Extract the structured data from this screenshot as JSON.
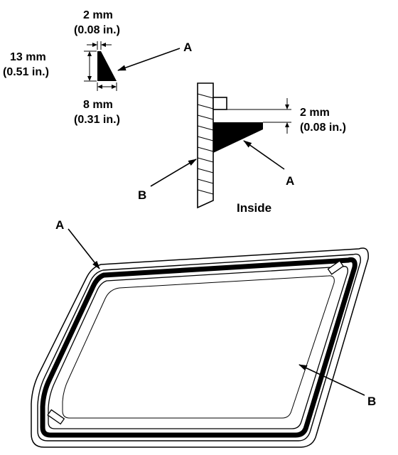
{
  "labels": {
    "a_bead": "A",
    "a_section": "A",
    "a_glass": "A",
    "b_section": "B",
    "b_glass": "B",
    "inside": "Inside"
  },
  "measurements": {
    "top_width_mm": "2 mm",
    "top_width_in": "(0.08 in.)",
    "height_mm": "13 mm",
    "height_in": "(0.51 in.)",
    "base_width_mm": "8 mm",
    "base_width_in": "(0.31 in.)",
    "offset_mm": "2 mm",
    "offset_in": "(0.08 in.)"
  }
}
